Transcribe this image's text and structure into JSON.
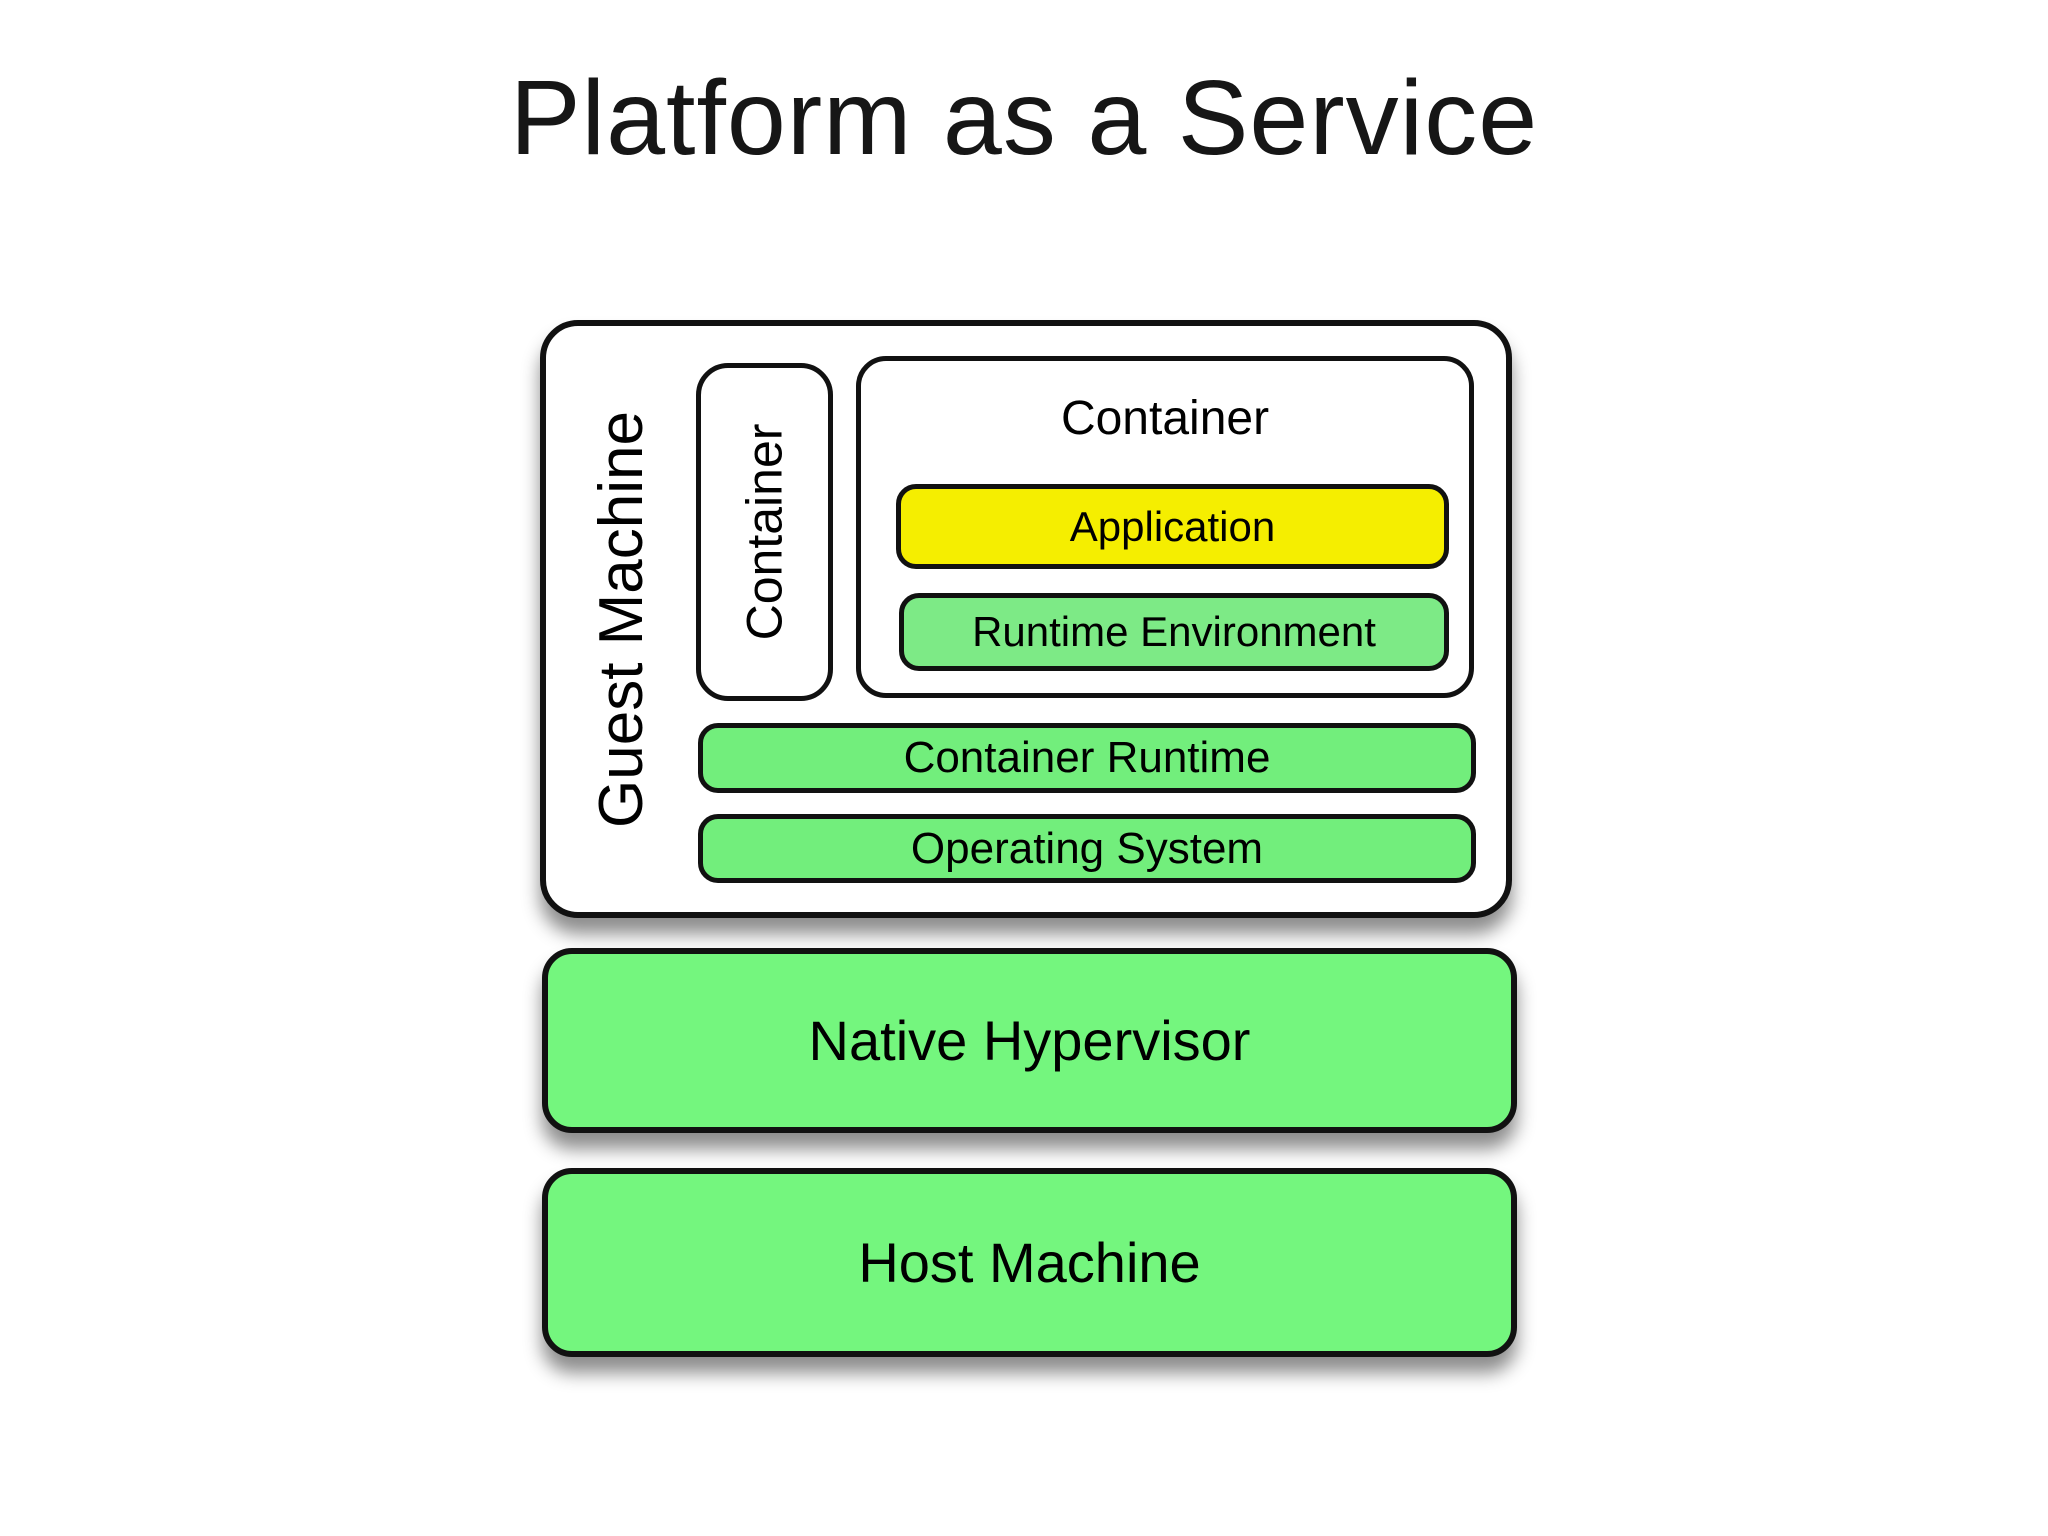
{
  "title": "Platform as a Service",
  "colors": {
    "yellow": "#f5ee00",
    "green_box": "#74f67e",
    "green_bar": "#72ee7c",
    "green_light": "#7dea86",
    "border": "#111111",
    "background": "#ffffff"
  },
  "diagram": {
    "guest_machine": {
      "label": "Guest Machine"
    },
    "container_small": {
      "label": "Container"
    },
    "container_large": {
      "label": "Container",
      "application": {
        "label": "Application"
      },
      "runtime_environment": {
        "label": "Runtime Environment"
      }
    },
    "container_runtime": {
      "label": "Container Runtime"
    },
    "operating_system": {
      "label": "Operating System"
    },
    "native_hypervisor": {
      "label": "Native Hypervisor"
    },
    "host_machine": {
      "label": "Host Machine"
    }
  }
}
